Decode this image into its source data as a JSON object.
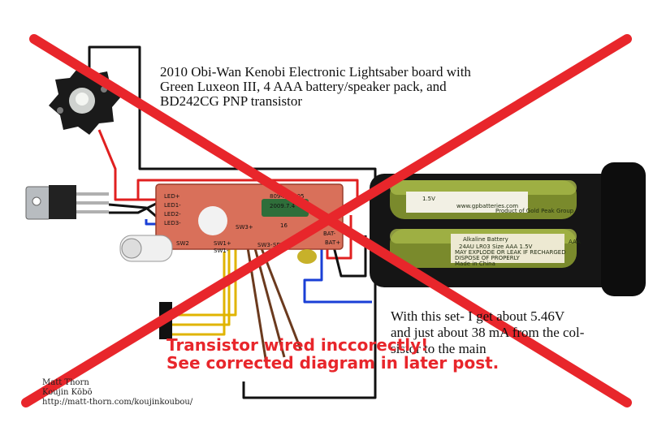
{
  "title": "2010 Obi-Wan Kenobi Electronic Lightsaber board with\nGreen Luxeon III, 4 AAA battery/speaker pack, and\nBD242CG PNP transistor",
  "note_lines": [
    "With this set-     I get about 5.46V",
    "and just about 38   mA from the col-",
    "                             sistor to the main"
  ],
  "warning_lines": [
    "Transistor wired inccorectly!",
    "See corrected diagram in later post."
  ],
  "credit_lines": [
    "Matt Thorn",
    "Koujin Kōbō",
    "http://matt-thorn.com/koujinkoubou/"
  ],
  "pcb": {
    "labels": [
      "LED+",
      "LED1-",
      "LED2-",
      "LED3-",
      "8094177-05",
      "2009.7.4",
      "16",
      "SW2",
      "SW1+",
      "SW1-",
      "SW3+",
      "SW3-",
      "SPK",
      "BAT-",
      "BAT+"
    ]
  },
  "battery": {
    "labels": [
      "Alkaline Battery",
      "24AU  LR03  Size AAA  1.5V",
      "www.gpbatteries.com",
      "Product of Gold Peak Group",
      "MAY EXPLODE OR LEAK IF RECHARGED",
      "DISPOSE OF PROPERLY",
      "Made in China",
      "1.5V",
      "AAA"
    ]
  },
  "colors": {
    "cross": "#e8262b",
    "warning": "#e8262b",
    "pcb": "#d9705a",
    "wire_red": "#e02020",
    "wire_black": "#111111",
    "wire_blue": "#1a3fd6",
    "wire_yellow": "#e0b400",
    "wire_brown": "#6b3a1e"
  }
}
